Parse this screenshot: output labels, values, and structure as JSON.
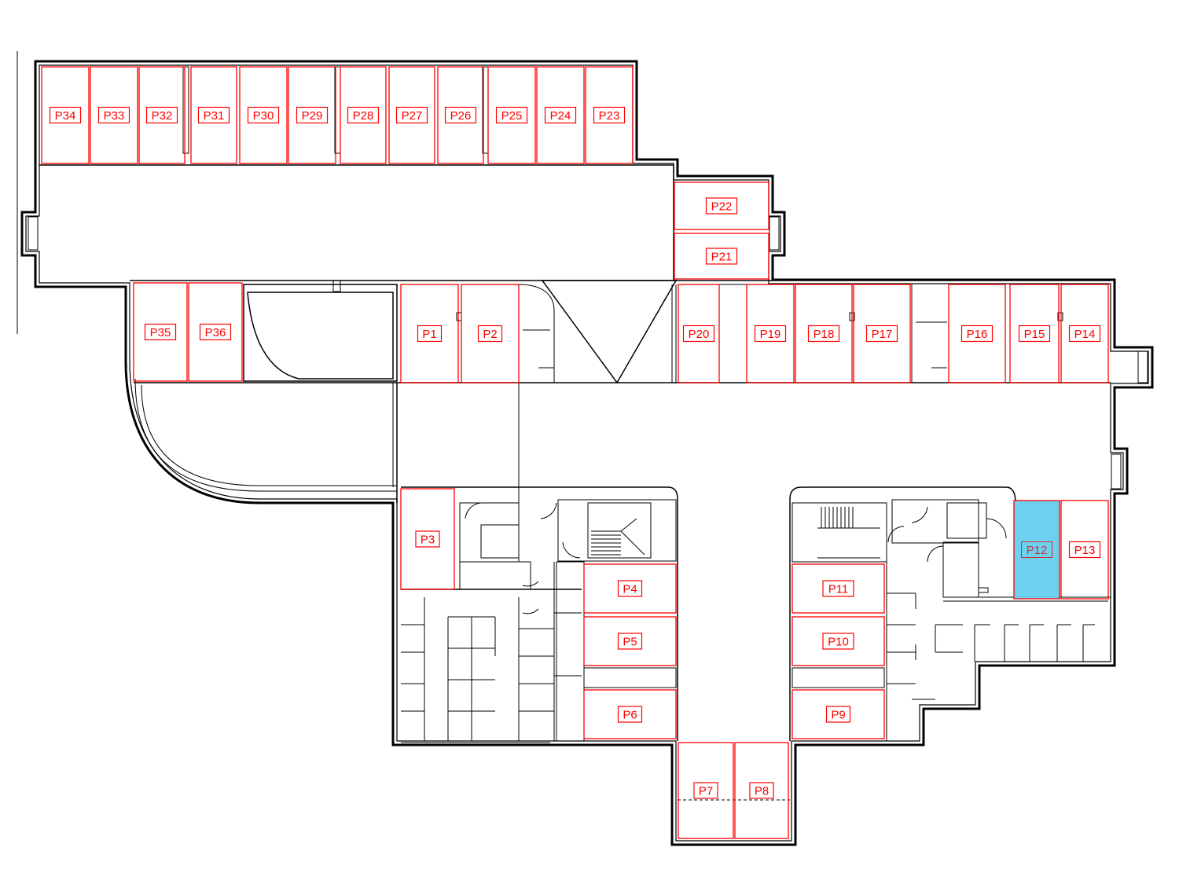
{
  "colors": {
    "wall": "#000000",
    "space_outline": "#ff0000",
    "label": "#ff0000",
    "selected_fill": "#6dd0ef",
    "background": "#ffffff"
  },
  "selected_space": "P12",
  "spaces": [
    {
      "id": "P1",
      "label": "P1"
    },
    {
      "id": "P2",
      "label": "P2"
    },
    {
      "id": "P3",
      "label": "P3"
    },
    {
      "id": "P4",
      "label": "P4"
    },
    {
      "id": "P5",
      "label": "P5"
    },
    {
      "id": "P6",
      "label": "P6"
    },
    {
      "id": "P7",
      "label": "P7"
    },
    {
      "id": "P8",
      "label": "P8"
    },
    {
      "id": "P9",
      "label": "P9"
    },
    {
      "id": "P10",
      "label": "P10"
    },
    {
      "id": "P11",
      "label": "P11"
    },
    {
      "id": "P12",
      "label": "P12"
    },
    {
      "id": "P13",
      "label": "P13"
    },
    {
      "id": "P14",
      "label": "P14"
    },
    {
      "id": "P15",
      "label": "P15"
    },
    {
      "id": "P16",
      "label": "P16"
    },
    {
      "id": "P17",
      "label": "P17"
    },
    {
      "id": "P18",
      "label": "P18"
    },
    {
      "id": "P19",
      "label": "P19"
    },
    {
      "id": "P20",
      "label": "P20"
    },
    {
      "id": "P21",
      "label": "P21"
    },
    {
      "id": "P22",
      "label": "P22"
    },
    {
      "id": "P23",
      "label": "P23"
    },
    {
      "id": "P24",
      "label": "P24"
    },
    {
      "id": "P25",
      "label": "P25"
    },
    {
      "id": "P26",
      "label": "P26"
    },
    {
      "id": "P27",
      "label": "P27"
    },
    {
      "id": "P28",
      "label": "P28"
    },
    {
      "id": "P29",
      "label": "P29"
    },
    {
      "id": "P30",
      "label": "P30"
    },
    {
      "id": "P31",
      "label": "P31"
    },
    {
      "id": "P32",
      "label": "P32"
    },
    {
      "id": "P33",
      "label": "P33"
    },
    {
      "id": "P34",
      "label": "P34"
    },
    {
      "id": "P35",
      "label": "P35"
    },
    {
      "id": "P36",
      "label": "P36"
    }
  ]
}
